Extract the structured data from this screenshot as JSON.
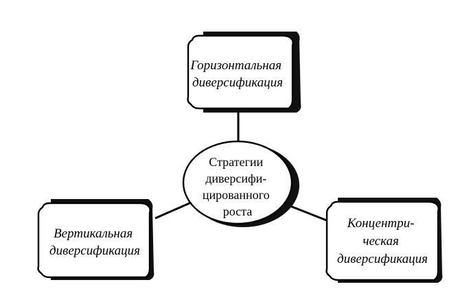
{
  "diagram": {
    "center": {
      "lines": [
        "Стратегии",
        "диверсифи-",
        "цированного",
        "роста"
      ]
    },
    "nodes": {
      "top": {
        "lines": [
          "Горизонтальная",
          "диверсификация"
        ]
      },
      "left": {
        "lines": [
          "Вертикальная",
          "диверсификация"
        ]
      },
      "right": {
        "lines": [
          "Концентри-",
          "ческая",
          "диверсификация"
        ]
      }
    },
    "colors": {
      "stroke": "#000000",
      "fill": "#ffffff",
      "shadow": "#111111"
    }
  }
}
